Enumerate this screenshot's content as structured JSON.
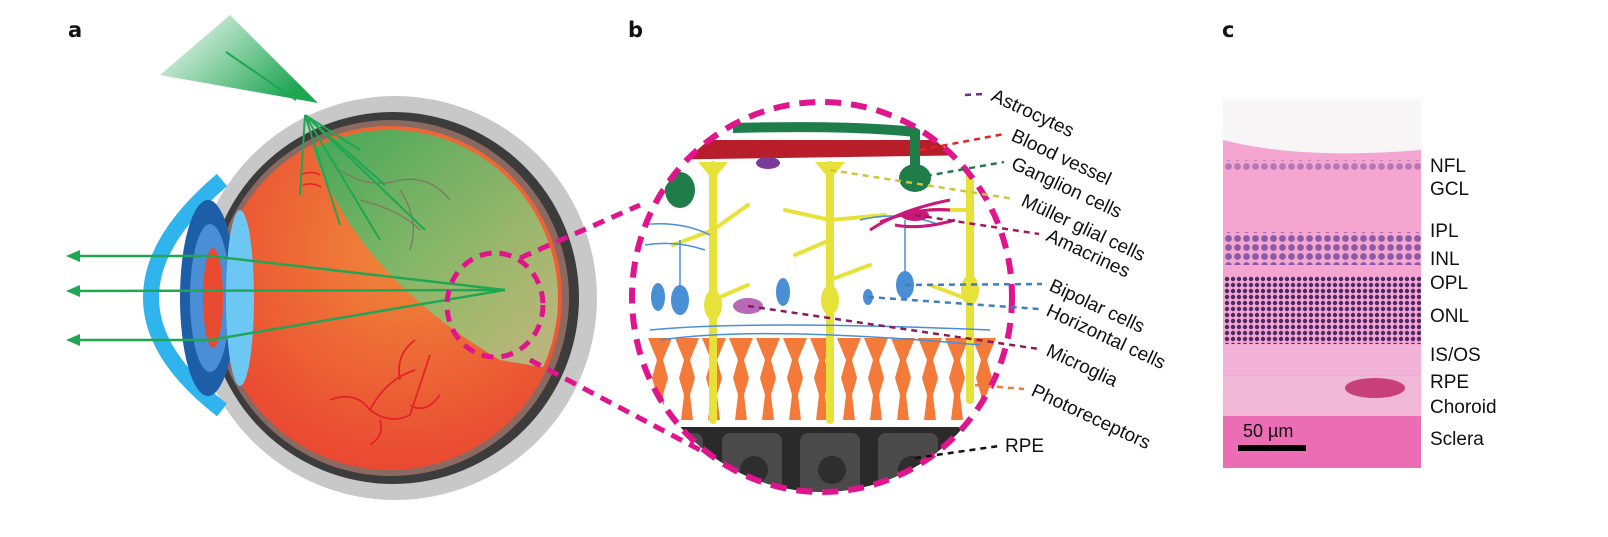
{
  "figure": {
    "panels": {
      "a": {
        "letter": "a",
        "description": "Cross-section of the eye with light focusing on the retina"
      },
      "b": {
        "letter": "b",
        "description": "Magnified retinal cell layers"
      },
      "c": {
        "letter": "c",
        "description": "Histology section of retina"
      }
    },
    "panel_b_labels": [
      {
        "text": "Astrocytes",
        "color": "#6b2d8f"
      },
      {
        "text": "Blood vessel",
        "color": "#e02424"
      },
      {
        "text": "Ganglion cells",
        "color": "#1e7d4a"
      },
      {
        "text": "Müller glial cells",
        "color": "#c8c83a"
      },
      {
        "text": "Amacrines",
        "color": "#a0185e"
      },
      {
        "text": "Bipolar cells",
        "color": "#3f7fc0"
      },
      {
        "text": "Horizontal cells",
        "color": "#3f7fc0"
      },
      {
        "text": "Microglia",
        "color": "#8a1a5e"
      },
      {
        "text": "Photoreceptors",
        "color": "#f07b3f"
      },
      {
        "text": "RPE",
        "color": "#111111"
      }
    ],
    "panel_c_labels": [
      "NFL",
      "GCL",
      "IPL",
      "INL",
      "OPL",
      "ONL",
      "IS/OS",
      "RPE",
      "Choroid",
      "Sclera"
    ],
    "scale_bar": "50 µm",
    "colors": {
      "zoom_circle": "#e0148c",
      "light_rays": "#1fa653",
      "retina_orange": "#ef6a3a",
      "sclera_gray": "#c8c8c8",
      "cornea_blue": "#2fb4ee",
      "iris_blue": "#1c5fa8",
      "muller": "#e6e23a",
      "photoreceptor": "#f47a3a",
      "rpe_dark": "#3a3a3a",
      "histo_pink": "#f2a0cf",
      "histo_purple": "#6a3a8a"
    }
  }
}
